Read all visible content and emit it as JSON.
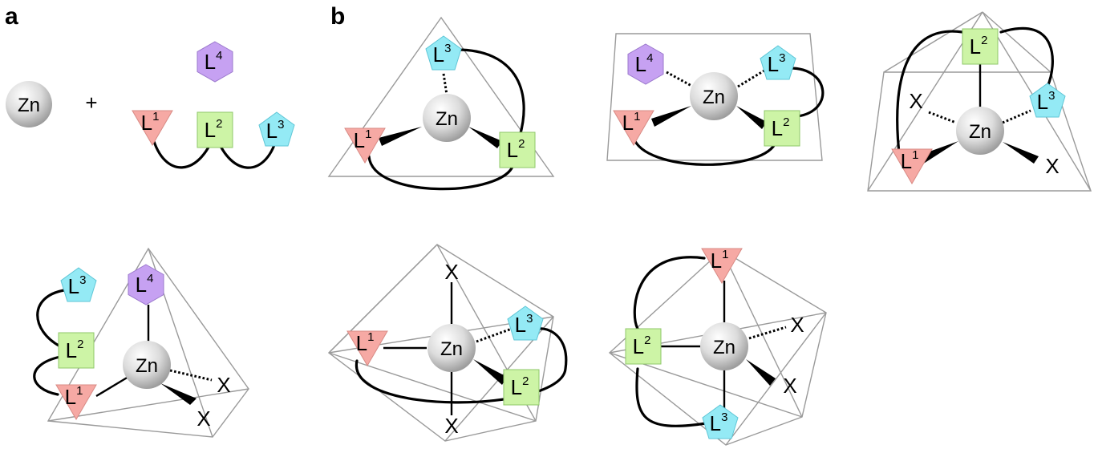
{
  "panels": {
    "a": "a",
    "b": "b"
  },
  "labels": {
    "zn": "Zn",
    "plus": "+",
    "x": "X",
    "l": "L",
    "sup1": "1",
    "sup2": "2",
    "sup3": "3",
    "sup4": "4"
  },
  "colors": {
    "L1": "#f6a9a4",
    "L2": "#cdf4a6",
    "L3": "#94eaf5",
    "L4": "#c6a1f2",
    "zn_sphere": "#d9d9d9",
    "polyhedron_edge": "#9a9a9a"
  }
}
